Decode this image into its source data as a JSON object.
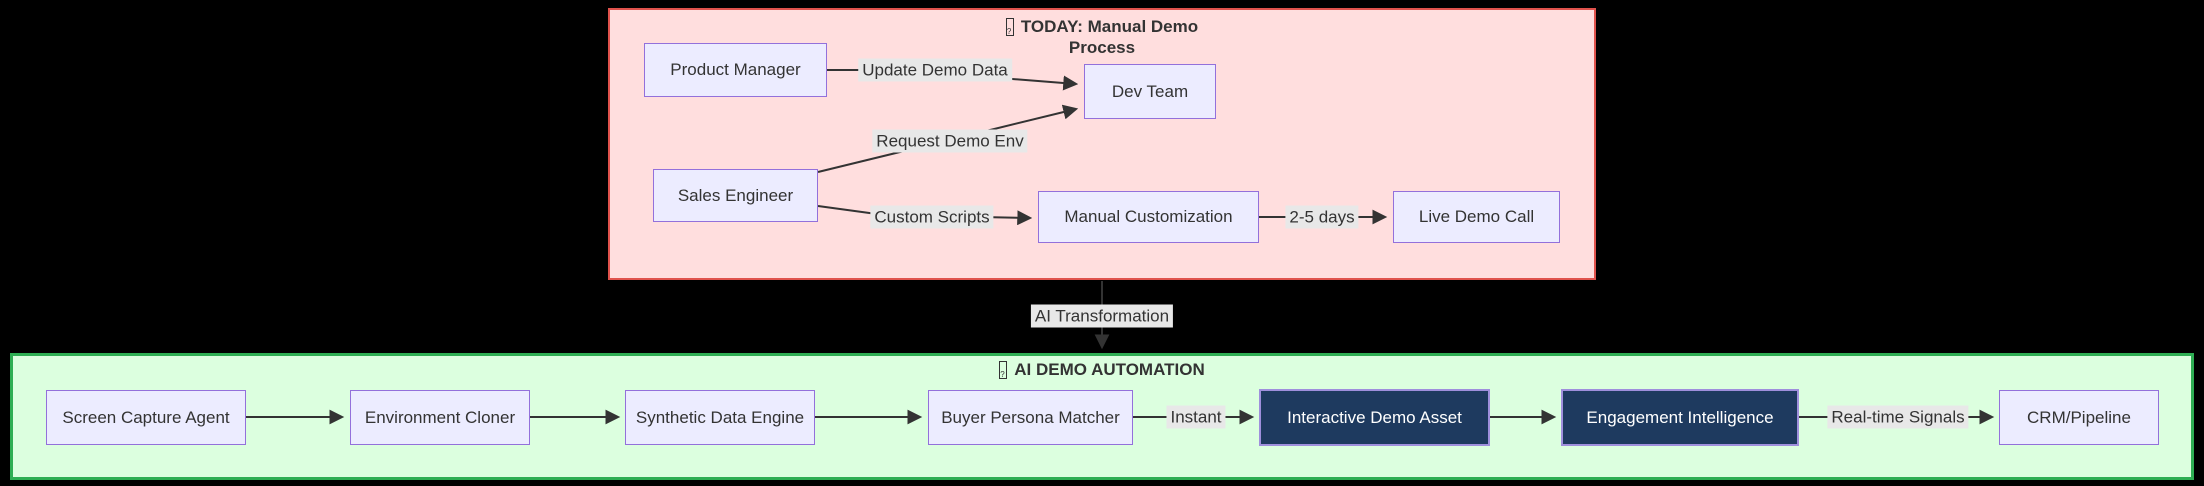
{
  "diagram_type": "flowchart",
  "colors": {
    "background": "#000000",
    "manual_cluster_fill": "#ffdede",
    "manual_cluster_stroke": "#e0524c",
    "auto_cluster_fill": "#dcffdf",
    "auto_cluster_stroke": "#2eae53",
    "node_fill": "#ececff",
    "node_stroke": "#9370db",
    "highlight_node_fill": "#1e3a5f",
    "highlight_node_stroke": "#9f8fdc",
    "highlight_node_text": "#ffffff",
    "edge_color": "#333333",
    "edge_label_bg": "#e8e8e8",
    "text_color": "#333333"
  },
  "manual_process": {
    "title_icon": "missing-glyph",
    "title_line1": "TODAY: Manual Demo",
    "title_line2": "Process",
    "nodes": {
      "product_manager": "Product Manager",
      "dev_team": "Dev Team",
      "sales_engineer": "Sales Engineer",
      "manual_customization": "Manual Customization",
      "live_demo_call": "Live Demo Call"
    },
    "edge_labels": {
      "update_demo_data": "Update Demo Data",
      "request_demo_env": "Request Demo Env",
      "custom_scripts": "Custom Scripts",
      "turnaround": "2-5 days"
    },
    "edges": [
      {
        "from": "Product Manager",
        "to": "Dev Team",
        "label": "Update Demo Data"
      },
      {
        "from": "Sales Engineer",
        "to": "Dev Team",
        "label": "Request Demo Env"
      },
      {
        "from": "Sales Engineer",
        "to": "Manual Customization",
        "label": "Custom Scripts"
      },
      {
        "from": "Manual Customization",
        "to": "Live Demo Call",
        "label": "2-5 days"
      }
    ]
  },
  "transition": {
    "label": "AI Transformation",
    "from": "Manual Demo Process",
    "to": "AI Demo Automation"
  },
  "automation": {
    "title_icon": "missing-glyph",
    "title": "AI DEMO AUTOMATION",
    "nodes": {
      "screen_capture_agent": "Screen Capture Agent",
      "environment_cloner": "Environment Cloner",
      "synthetic_data_engine": "Synthetic Data Engine",
      "buyer_persona_matcher": "Buyer Persona Matcher",
      "interactive_demo_asset": "Interactive Demo Asset",
      "engagement_intelligence": "Engagement Intelligence",
      "crm_pipeline": "CRM/Pipeline"
    },
    "highlighted_nodes": [
      "Interactive Demo Asset",
      "Engagement Intelligence"
    ],
    "edge_labels": {
      "instant": "Instant",
      "realtime_signals": "Real-time Signals"
    },
    "edges": [
      {
        "from": "Screen Capture Agent",
        "to": "Environment Cloner",
        "label": ""
      },
      {
        "from": "Environment Cloner",
        "to": "Synthetic Data Engine",
        "label": ""
      },
      {
        "from": "Synthetic Data Engine",
        "to": "Buyer Persona Matcher",
        "label": ""
      },
      {
        "from": "Buyer Persona Matcher",
        "to": "Interactive Demo Asset",
        "label": "Instant"
      },
      {
        "from": "Interactive Demo Asset",
        "to": "Engagement Intelligence",
        "label": ""
      },
      {
        "from": "Engagement Intelligence",
        "to": "CRM/Pipeline",
        "label": "Real-time Signals"
      }
    ]
  }
}
